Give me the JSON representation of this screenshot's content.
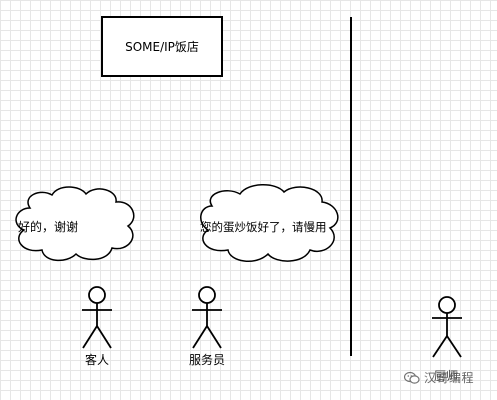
{
  "diagram": {
    "title_box": {
      "text": "SOME/IP饭店"
    },
    "bubbles": {
      "left": {
        "text": "好的，谢谢"
      },
      "right": {
        "text": "您的蛋炒饭好了，请慢用"
      }
    },
    "actors": {
      "customer": {
        "label": "客人"
      },
      "waiter": {
        "label": "服务员"
      },
      "chef": {
        "label": "厨师"
      }
    },
    "watermark": {
      "text": "汉哥编程",
      "icon": "wechat-icon"
    }
  }
}
